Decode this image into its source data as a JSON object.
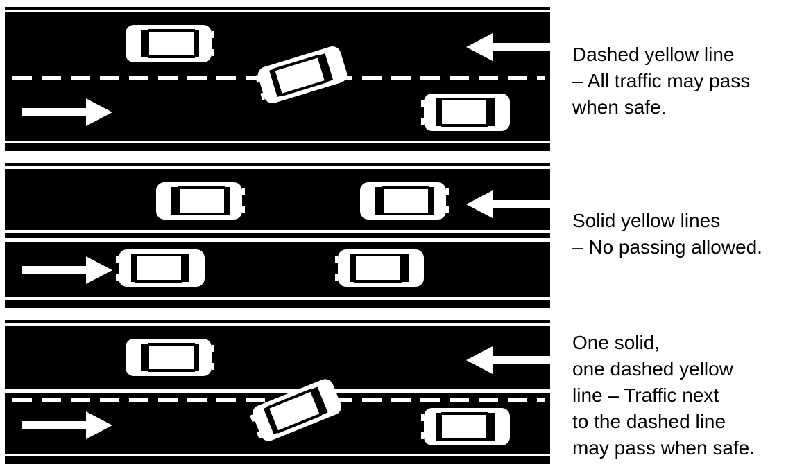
{
  "panels": [
    {
      "marking": "dashed",
      "caption_lines": [
        "Dashed yellow line",
        "– All traffic may pass",
        "when safe."
      ]
    },
    {
      "marking": "solid",
      "caption_lines": [
        "Solid yellow lines",
        "– No passing allowed."
      ]
    },
    {
      "marking": "solid-dashed",
      "caption_lines": [
        "One solid,",
        "one dashed yellow",
        "line – Traffic next",
        "to the dashed line",
        "may pass when safe."
      ]
    }
  ],
  "colors": {
    "road": "#000000",
    "marking": "#ffffff",
    "car": "#ffffff",
    "background": "#ffffff"
  }
}
